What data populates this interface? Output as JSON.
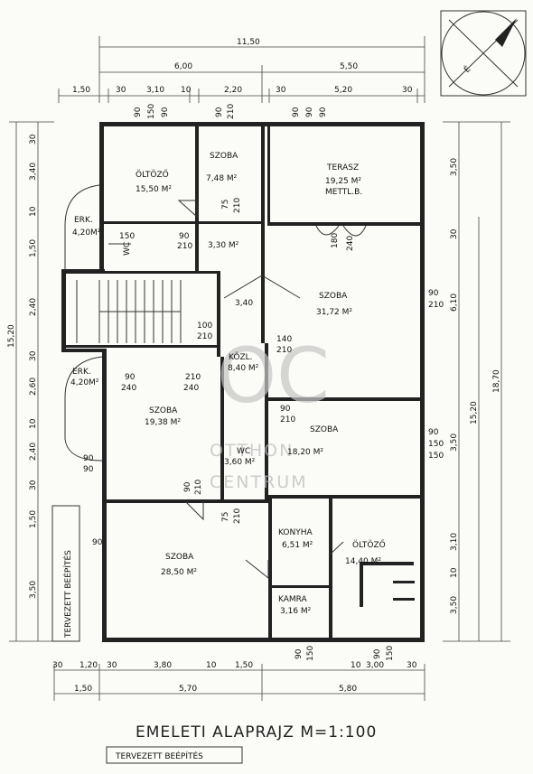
{
  "title": "EMELETI ALAPRAJZ  M=1:100",
  "stamp_label": "TERVEZETT BEÉPÍTÉS",
  "side_label": "TERVEZETT BEÉPÍTÉS",
  "compass_letter": "É",
  "watermark": {
    "logo": "OC",
    "line1": "OTTHON",
    "line2": "CENTRUM"
  },
  "rooms": {
    "oltozo1": {
      "name": "ÖLTÖZŐ",
      "area": "15,50 M²"
    },
    "szoba_small": {
      "name": "SZOBA",
      "area": "7,48 M²"
    },
    "terasz": {
      "name": "TERASZ",
      "area": "19,25 M²",
      "note": "METTL.B."
    },
    "erk1": {
      "name": "ERK.",
      "area": "4,20M²"
    },
    "wc_top": {
      "name": "WC"
    },
    "area_330": {
      "area": "3,30 M²"
    },
    "szoba_3172": {
      "name": "SZOBA",
      "area": "31,72 M²"
    },
    "area_340": {
      "area": "3,40"
    },
    "kozl": {
      "name": "KÖZL.",
      "area": "8,40 M²"
    },
    "erk2": {
      "name": "ERK.",
      "area": "4,20M²"
    },
    "szoba_1938": {
      "name": "SZOBA",
      "area": "19,38 M²"
    },
    "szoba_1820": {
      "name": "SZOBA",
      "area": "18,20 M²"
    },
    "wc_mid": {
      "name": "WC",
      "area": "3,60 M²"
    },
    "konyha": {
      "name": "KONYHA",
      "area": "6,51 M²"
    },
    "oltozo2": {
      "name": "ÖLTÖZŐ",
      "area": "14,40 M²"
    },
    "szoba_2850": {
      "name": "SZOBA",
      "area": "28,50 M²"
    },
    "kamra": {
      "name": "KAMRA",
      "area": "3,16 M²"
    }
  },
  "dims": {
    "top_total": "11,50",
    "top_mid": [
      "6,00",
      "5,50"
    ],
    "top_detail": [
      "1,50",
      "30",
      "3,10",
      "10",
      "2,20",
      "30",
      "5,20",
      "30"
    ],
    "bottom_detail": [
      "30",
      "1,20",
      "30",
      "3,80",
      "10",
      "1,50",
      "10",
      "3,00",
      "30"
    ],
    "bottom_mid": [
      "1,50",
      "5,70",
      "5,80"
    ],
    "left_total": "15,20",
    "left_detail": [
      "30",
      "3,40",
      "10",
      "1,50",
      "2,40",
      "30",
      "2,60",
      "10",
      "2,40",
      "30",
      "1,50",
      "3,50"
    ],
    "right_total": "18,70",
    "right_mid": "15,20",
    "right_detail": [
      "3,50",
      "30",
      "6,10",
      "3,50",
      "3,10",
      "10",
      "3,50"
    ],
    "door_labels": [
      "90",
      "150",
      "90",
      "90",
      "210",
      "90",
      "90",
      "90",
      "150",
      "90",
      "210",
      "90",
      "210",
      "90",
      "240",
      "90",
      "240",
      "75",
      "210",
      "100",
      "210",
      "140",
      "210",
      "90",
      "210",
      "90",
      "210",
      "90",
      "210",
      "90",
      "150",
      "90",
      "150",
      "75",
      "210",
      "180",
      "240",
      "90",
      "150",
      "90",
      "150"
    ]
  }
}
